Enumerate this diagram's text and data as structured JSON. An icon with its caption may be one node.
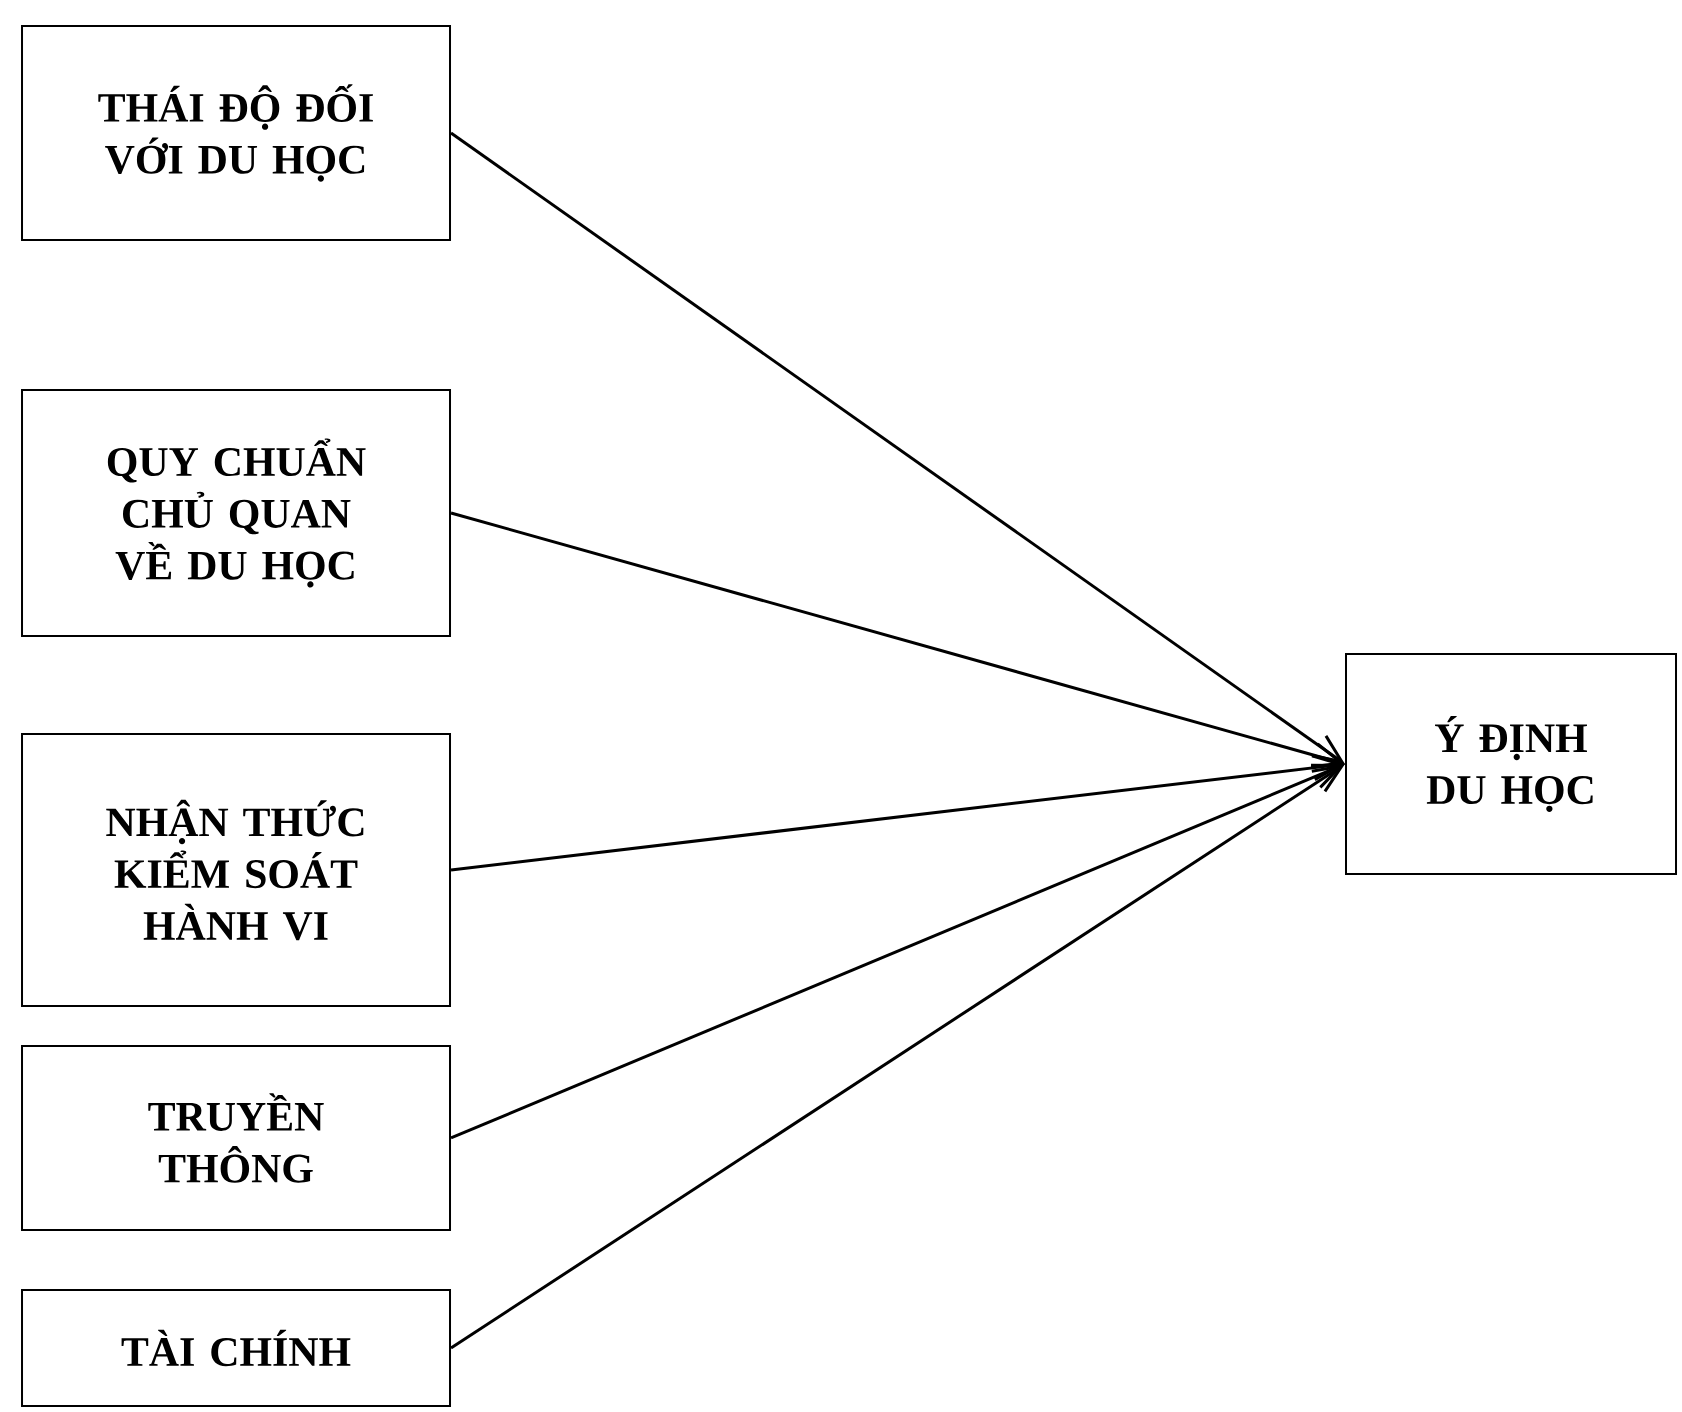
{
  "diagram": {
    "nodes": [
      {
        "text": [
          "THÁI ĐỘ ĐỐI VỚI DU HỌC"
        ]
      },
      {
        "text": [
          "QUY CHUẨN CHỦ QUAN VỀ DU HỌC"
        ]
      },
      {
        "text": [
          "NHẬN THỨC KIỂM SOÁT HÀNH VI"
        ]
      },
      {
        "text": [
          "TRUYỀN THÔNG"
        ]
      },
      {
        "text": [
          "TÀI CHÍNH"
        ]
      },
      {
        "text": [
          "Ý ĐỊNH DU HỌC"
        ]
      }
    ],
    "edges": [
      {
        "from": 0,
        "to": 5,
        "arrow": "to"
      },
      {
        "from": 1,
        "to": 5,
        "arrow": "to"
      },
      {
        "from": 2,
        "to": 5,
        "arrow": "to"
      },
      {
        "from": 3,
        "to": 5,
        "arrow": "to"
      },
      {
        "from": 4,
        "to": 5,
        "arrow": "to"
      }
    ]
  }
}
